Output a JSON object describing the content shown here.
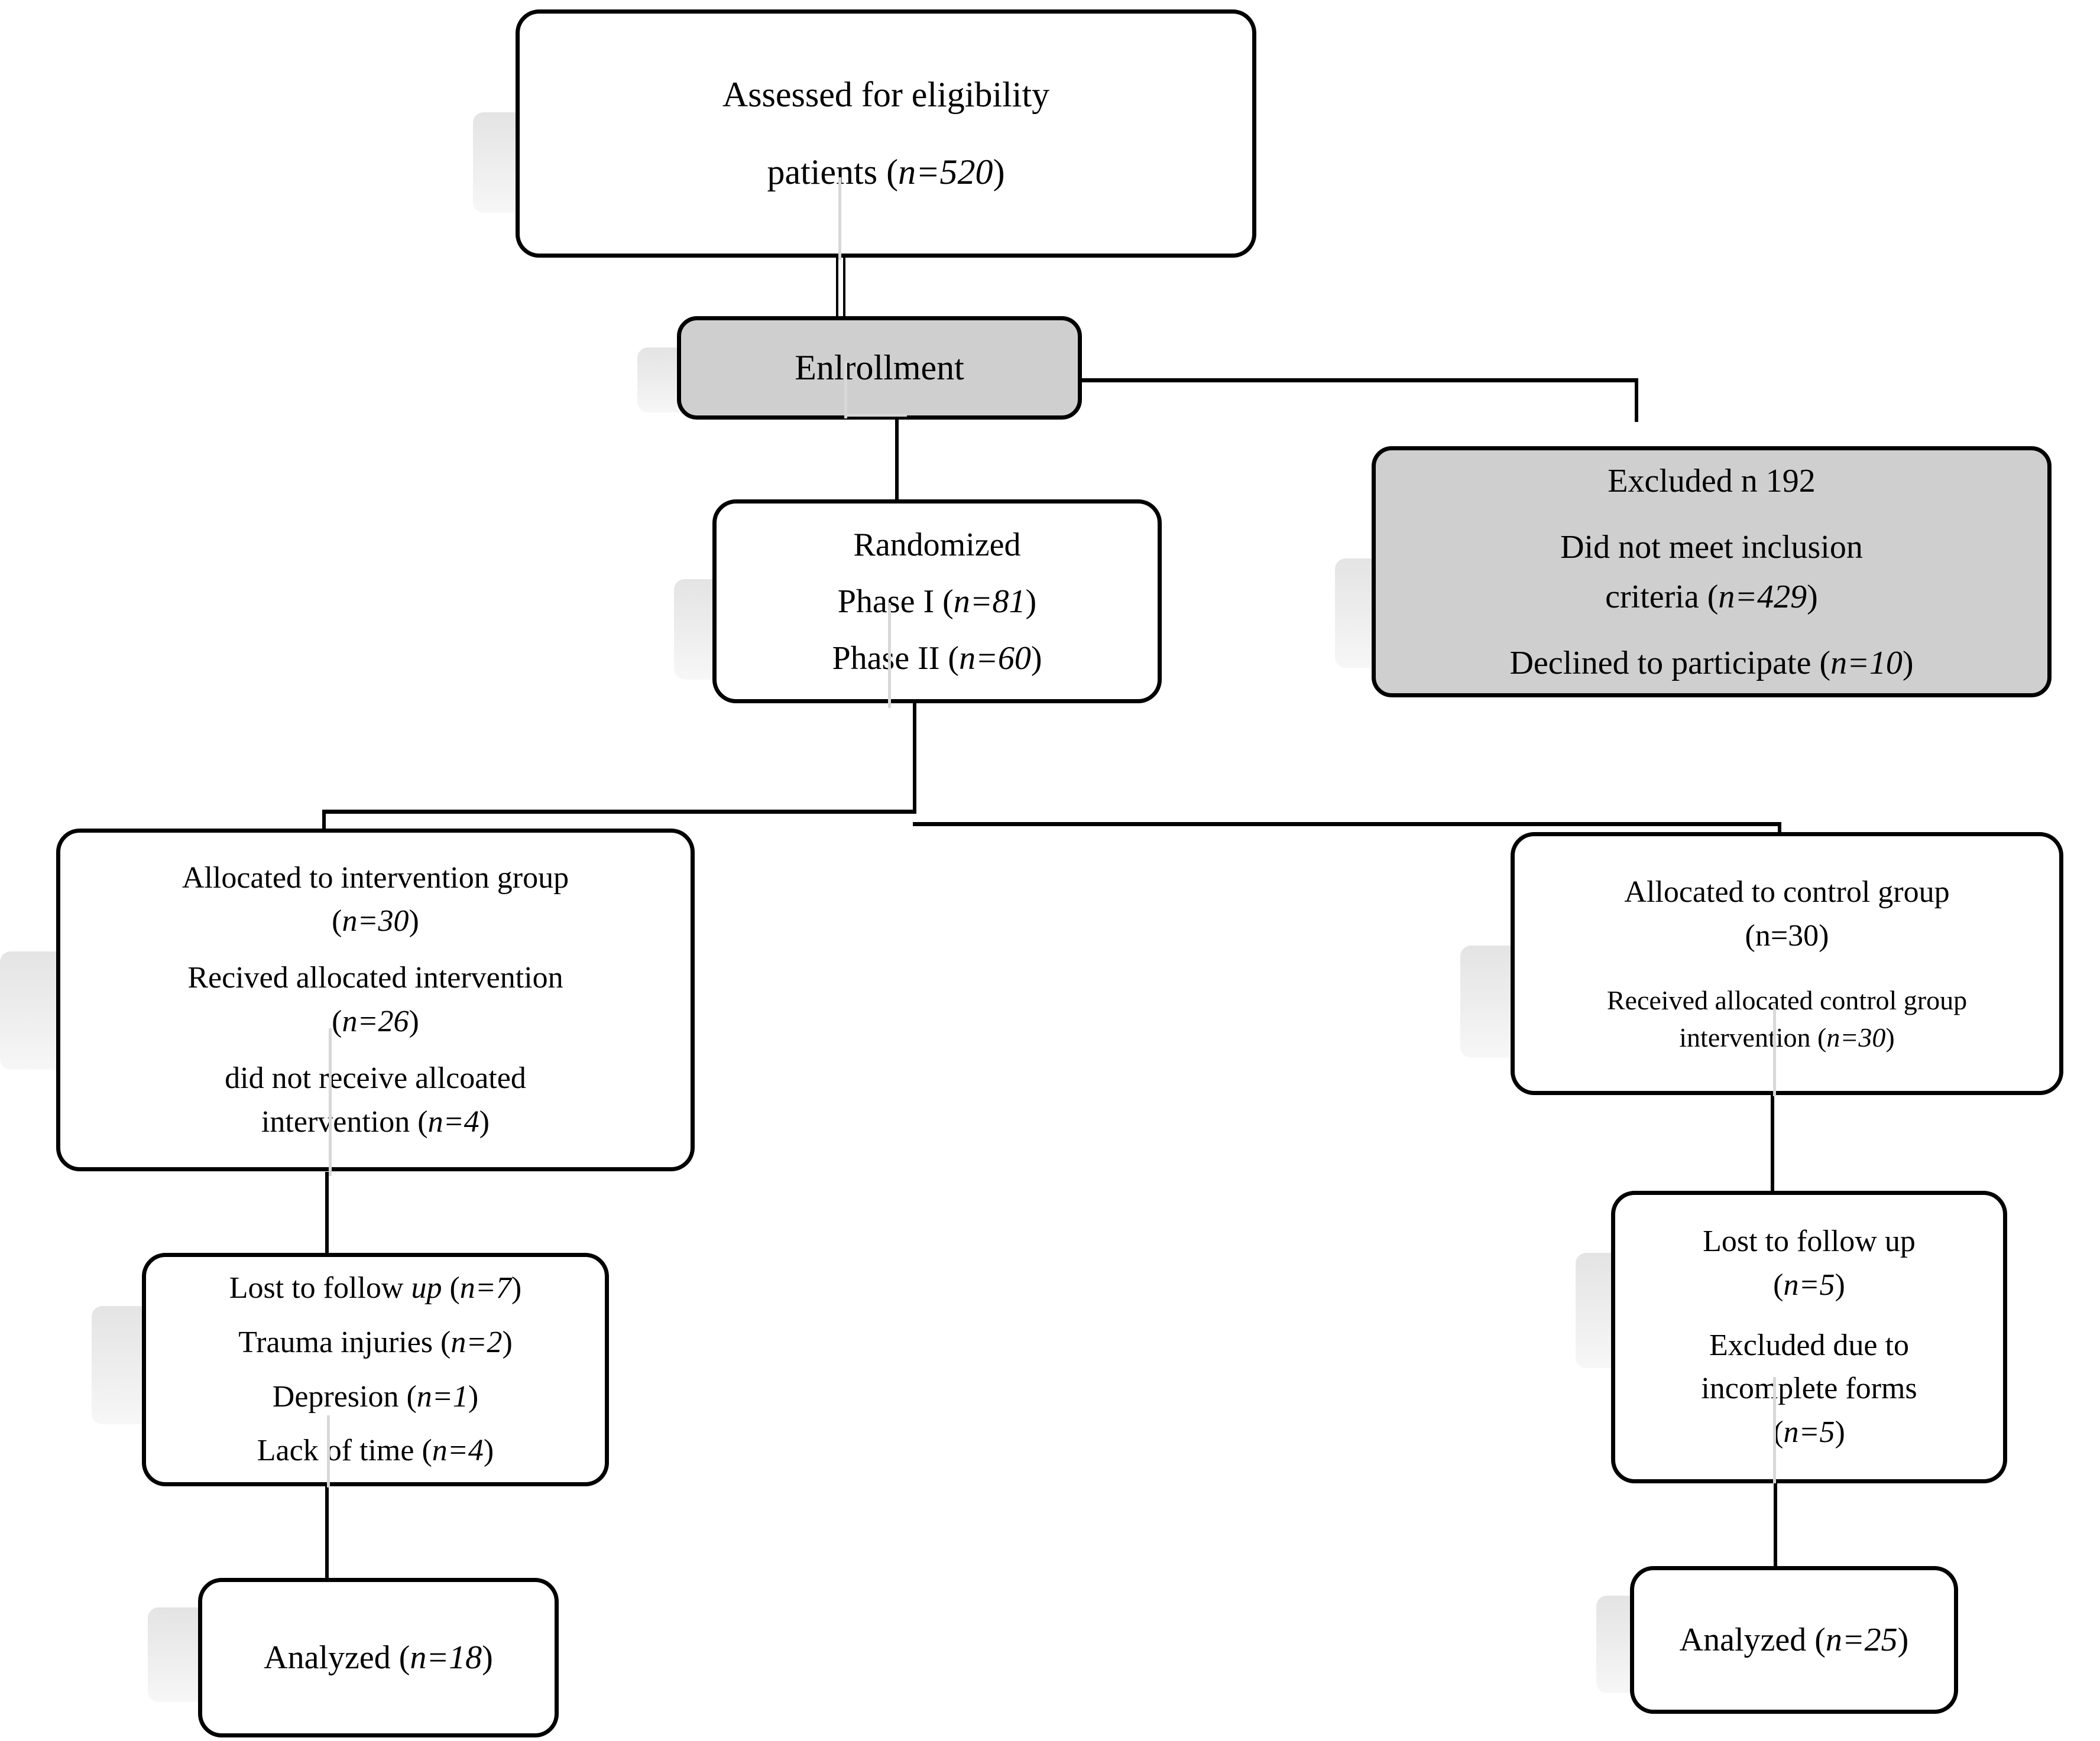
{
  "diagram": {
    "title": "CONSORT participant flow diagram",
    "colors": {
      "box_border": "#000000",
      "box_fill": "#ffffff",
      "highlight_fill": "#cfcfcf",
      "connector": "#000000",
      "shadow": "#e8e8e8"
    }
  },
  "nodes": {
    "eligibility": {
      "line1": "Assessed for eligibility",
      "line2_pre": "patients (",
      "line2_n": "n=520",
      "line2_post": ")"
    },
    "enrollment": {
      "label": "Enlrollment"
    },
    "randomized": {
      "line1": "Randomized",
      "line2_pre": "Phase I (",
      "line2_n": "n=81",
      "line2_post": ")",
      "line3_pre": "Phase II (",
      "line3_n": "n=60",
      "line3_post": ")"
    },
    "excluded": {
      "line1": "Excluded n 192",
      "line2": "Did not  meet inclusion",
      "line3_pre": "criteria (",
      "line3_n": "n=429",
      "line3_post": ")",
      "line4_pre": "Declined to participate (",
      "line4_n": "n=10",
      "line4_post": ")"
    },
    "intervention_alloc": {
      "line1": "Allocated to intervention  group",
      "line2_open": "(",
      "line2_n": "n=30",
      "line2_close": ")",
      "line3": "Recived allocated intervention",
      "line4_open": "(",
      "line4_n": "n=26",
      "line4_close": ")",
      "line5": "did not receive allcoated",
      "line6_pre": "intervention (",
      "line6_n": "n=4",
      "line6_post": ")"
    },
    "control_alloc": {
      "line1": "Allocated to control group",
      "line2": "(n=30)",
      "line3": "Received allocated control group",
      "line4_pre": "intervention (",
      "line4_n": "n=30",
      "line4_post": ")"
    },
    "intervention_lost": {
      "line1_pre": "Lost to follow ",
      "line1_it": "up",
      "line1_mid": " (",
      "line1_n": "n=7",
      "line1_post": ")",
      "line2_pre": "Trauma injuries (",
      "line2_n": "n=2",
      "line2_post": ")",
      "line3_pre": "Depresion (",
      "line3_n": "n=1",
      "line3_post": ")",
      "line4_pre": "Lack of time (",
      "line4_n": "n=4",
      "line4_post": ")"
    },
    "control_lost": {
      "line1": "Lost to follow up",
      "line2_open": "(",
      "line2_n": "n=5",
      "line2_close": ")",
      "line3": "Excluded due to",
      "line4": "incomplete forms",
      "line5_open": "(",
      "line5_n": "n=5",
      "line5_close": ")"
    },
    "intervention_analyzed": {
      "pre": "Analyzed (",
      "n": "n=18",
      "post": ")"
    },
    "control_analyzed": {
      "pre": "Analyzed (",
      "n": "n=25",
      "post": ")"
    }
  }
}
